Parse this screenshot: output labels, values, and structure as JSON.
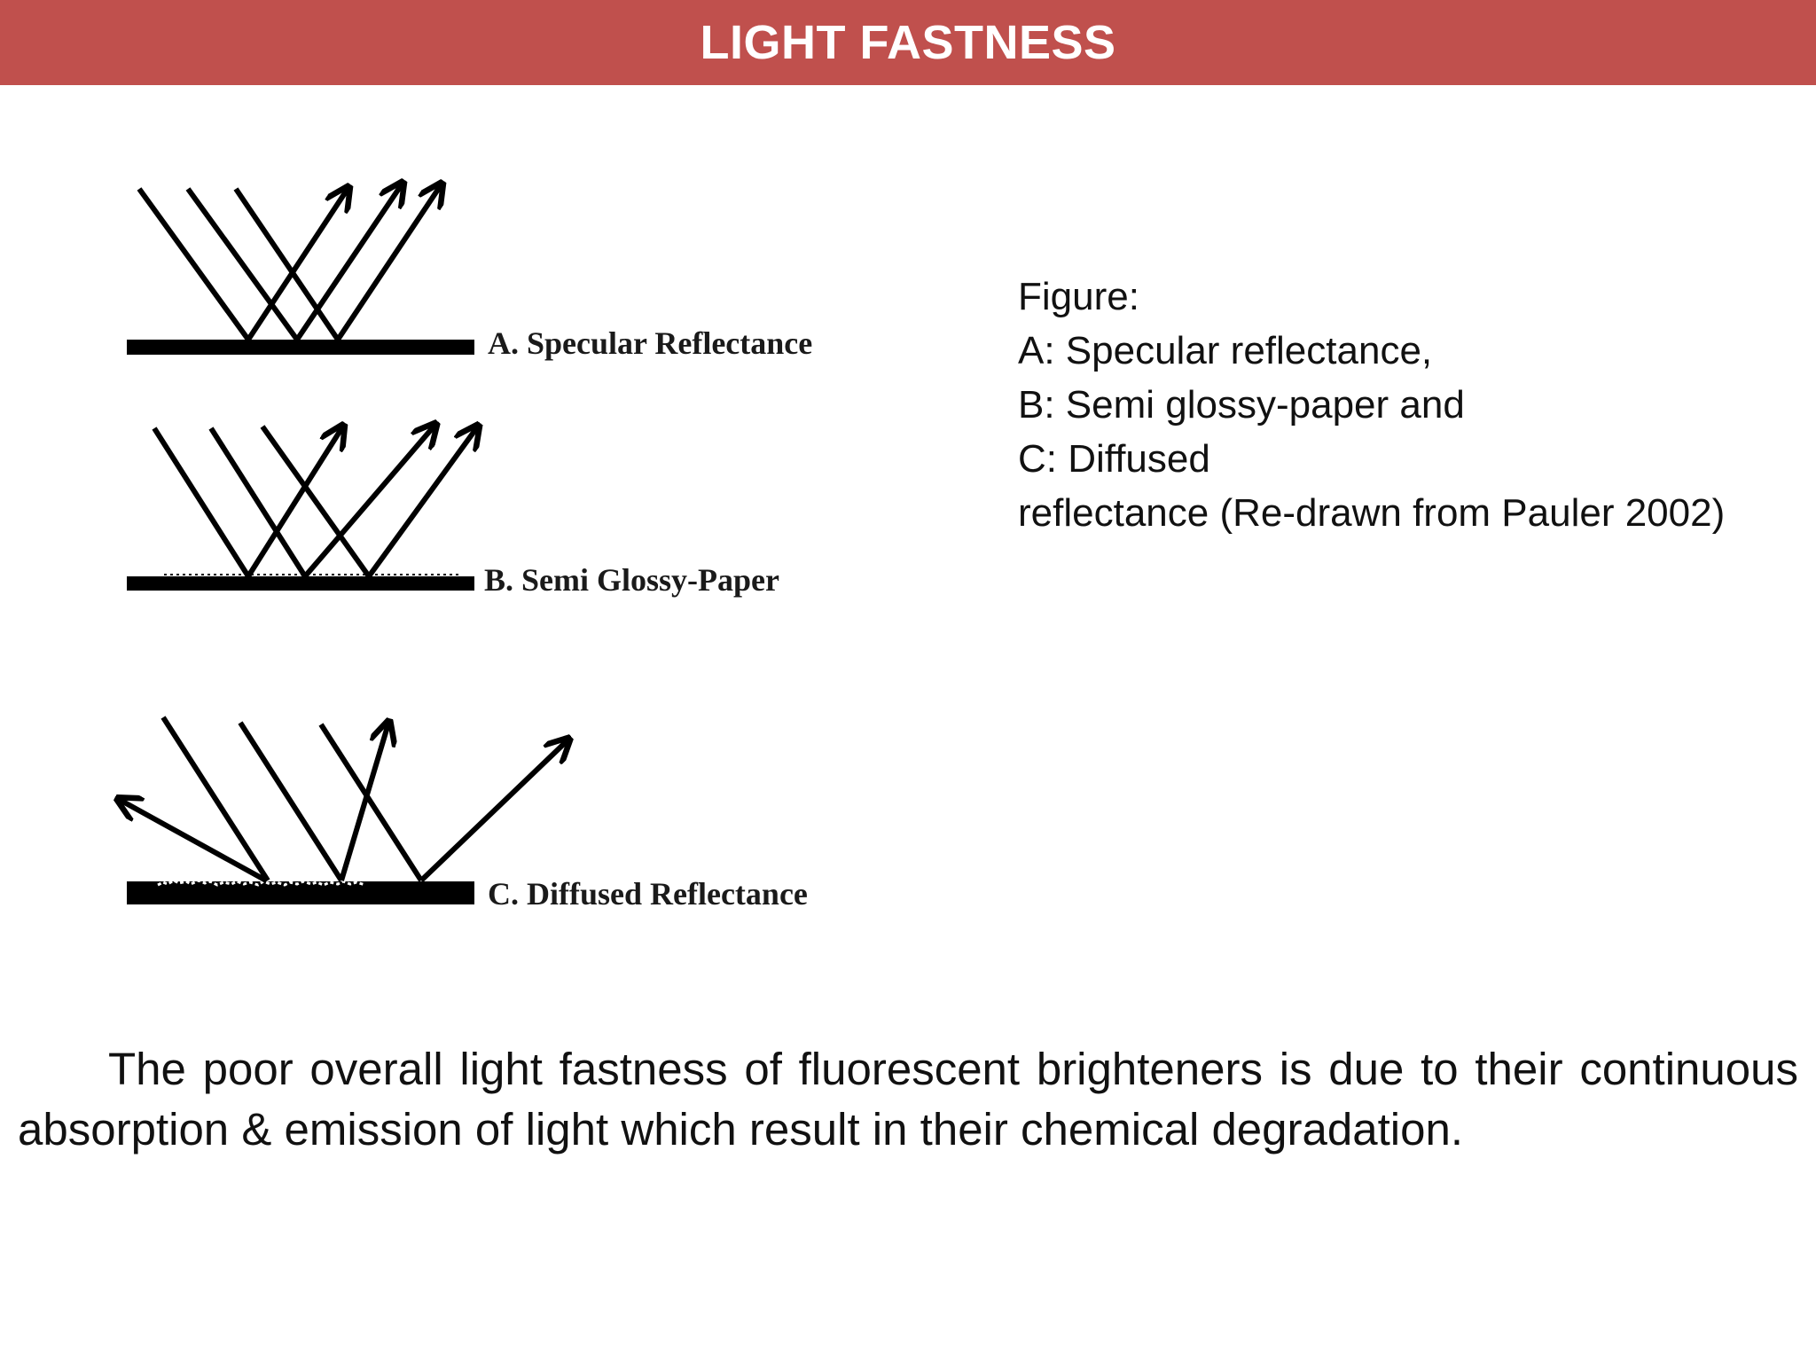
{
  "slide": {
    "title": "LIGHT FASTNESS",
    "header_color": "#c0504d"
  },
  "diagram": {
    "panels": [
      {
        "id": "A",
        "label": "A. Specular Reflectance",
        "surface": "smooth"
      },
      {
        "id": "B",
        "label": "B. Semi Glossy-Paper",
        "surface": "semi-glossy"
      },
      {
        "id": "C",
        "label": "C. Diffused Reflectance",
        "surface": "rough"
      }
    ]
  },
  "caption": {
    "lines": [
      "Figure:",
      "A: Specular reflectance,",
      "B: Semi glossy-paper and",
      "C: Diffused",
      "reflectance (Re-drawn from Pauler 2002)"
    ]
  },
  "body": {
    "paragraph": "The poor overall light fastness of fluorescent brighteners is due to their continuous absorption & emission of light which result in their chemical degradation."
  }
}
